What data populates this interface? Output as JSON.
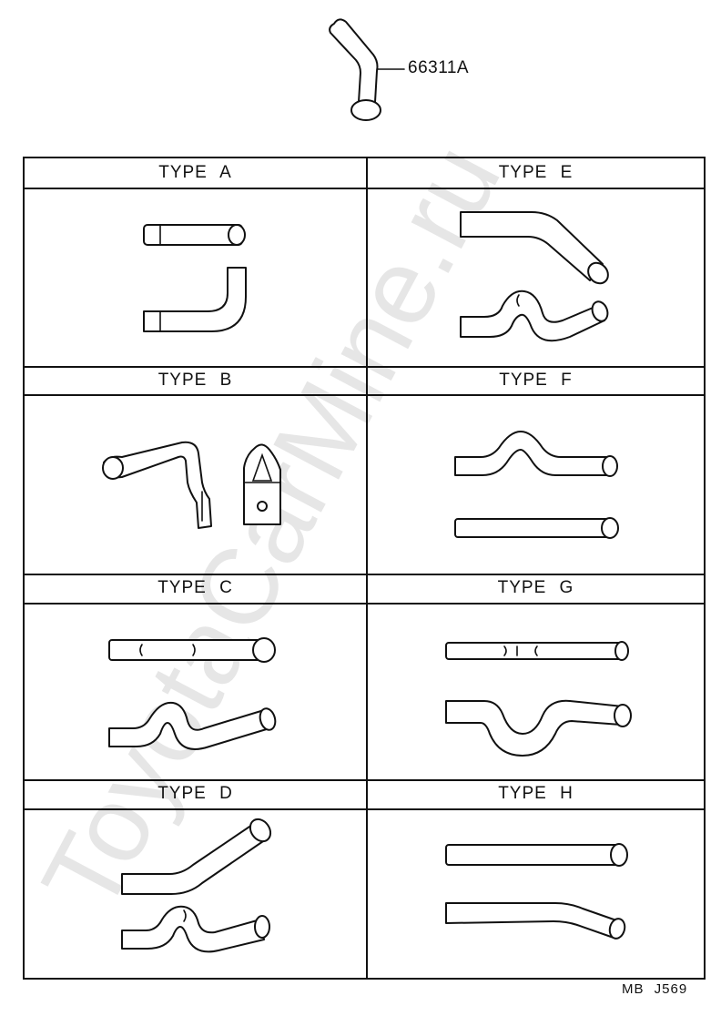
{
  "top_part": {
    "number": "66311A"
  },
  "types": [
    {
      "key": "A",
      "label": "TYPE  A"
    },
    {
      "key": "E",
      "label": "TYPE  E"
    },
    {
      "key": "B",
      "label": "TYPE  B"
    },
    {
      "key": "F",
      "label": "TYPE  F"
    },
    {
      "key": "C",
      "label": "TYPE  C"
    },
    {
      "key": "G",
      "label": "TYPE  G"
    },
    {
      "key": "D",
      "label": "TYPE  D"
    },
    {
      "key": "H",
      "label": "TYPE  H"
    }
  ],
  "footer": {
    "code": "MB  J569"
  },
  "watermark": {
    "text": "ToyotaCarMine.ru",
    "color": "#e6e6e6"
  }
}
